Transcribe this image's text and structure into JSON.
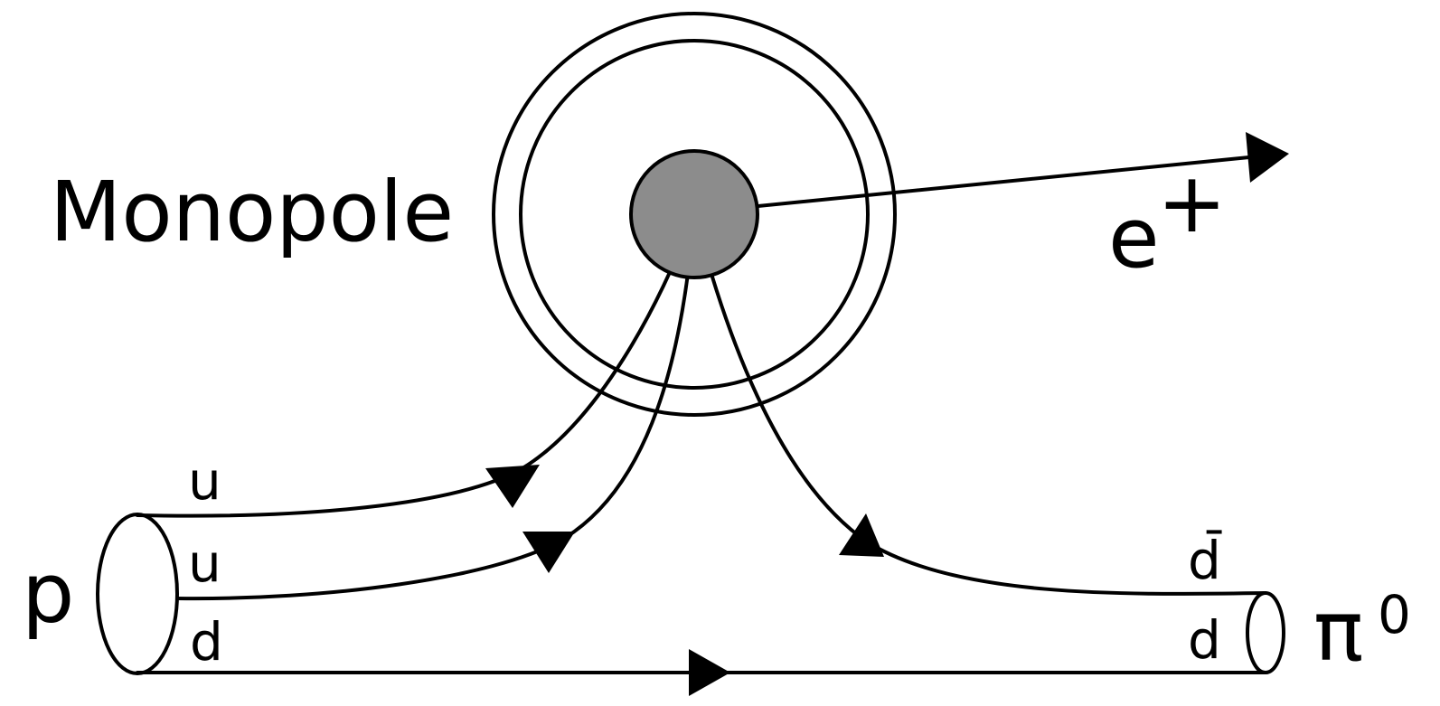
{
  "labels": {
    "monopole": "Monopole",
    "positron": "e",
    "positron_charge": "+",
    "proton": "p",
    "pion": "π",
    "pion_charge": "0",
    "quark_u_top": "u",
    "quark_u_middle": "u",
    "quark_d_proton": "d",
    "quark_dbar_pion": "d̄",
    "quark_d_pion": "d"
  },
  "colors": {
    "line": "#000000",
    "monopole_core": "#8c8c8c",
    "background": "#ffffff"
  }
}
